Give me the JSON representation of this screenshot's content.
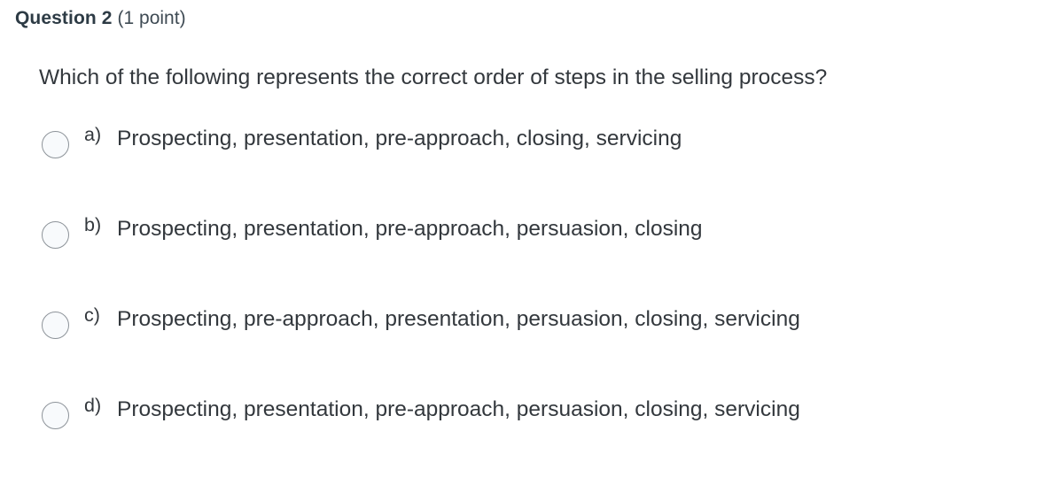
{
  "question": {
    "label": "Question 2",
    "points": "(1 point)",
    "prompt": "Which of the following represents the correct order of steps in the selling process?",
    "selected": null,
    "options": [
      {
        "marker": "a)",
        "text": "Prospecting, presentation, pre-approach, closing, servicing",
        "selected": false
      },
      {
        "marker": "b)",
        "text": "Prospecting, presentation, pre-approach, persuasion, closing",
        "selected": false
      },
      {
        "marker": "c)",
        "text": "Prospecting, pre-approach, presentation, persuasion, closing, servicing",
        "selected": false
      },
      {
        "marker": "d)",
        "text": "Prospecting, presentation, pre-approach, persuasion, closing, servicing",
        "selected": false
      }
    ]
  },
  "colors": {
    "background": "#ffffff",
    "text": "#33383d",
    "heading": "#2d3b45",
    "radio_border": "#8d9399",
    "radio_fill": "#f8fafc"
  }
}
